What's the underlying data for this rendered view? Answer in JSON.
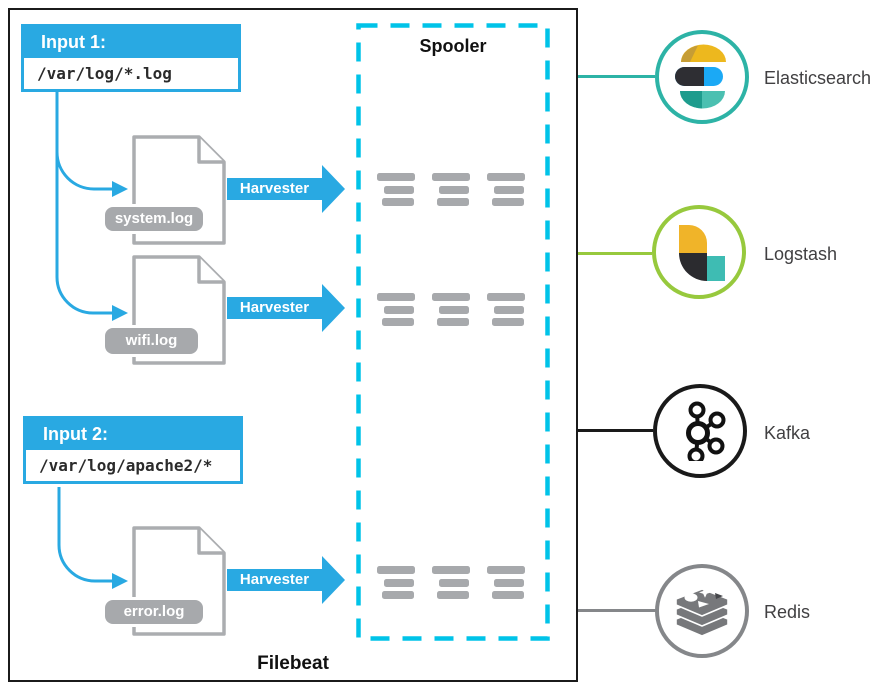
{
  "diagram": {
    "filebeat_label": "Filebeat",
    "spooler_title": "Spooler",
    "harvester_label": "Harvester"
  },
  "inputs": [
    {
      "title": "Input 1:",
      "path": "/var/log/*.log"
    },
    {
      "title": "Input 2:",
      "path": "/var/log/apache2/*"
    }
  ],
  "files": [
    {
      "name": "system.log"
    },
    {
      "name": "wifi.log"
    },
    {
      "name": "error.log"
    }
  ],
  "outputs": [
    {
      "name": "Elasticsearch",
      "color": "#2db3a6"
    },
    {
      "name": "Logstash",
      "color": "#97c93d"
    },
    {
      "name": "Kafka",
      "color": "#1a1a1a"
    },
    {
      "name": "Redis",
      "color": "#85878a"
    }
  ],
  "colors": {
    "accent_blue": "#29a9e2",
    "spooler_cyan": "#00c3e8",
    "gray": "#a7a9ac"
  }
}
